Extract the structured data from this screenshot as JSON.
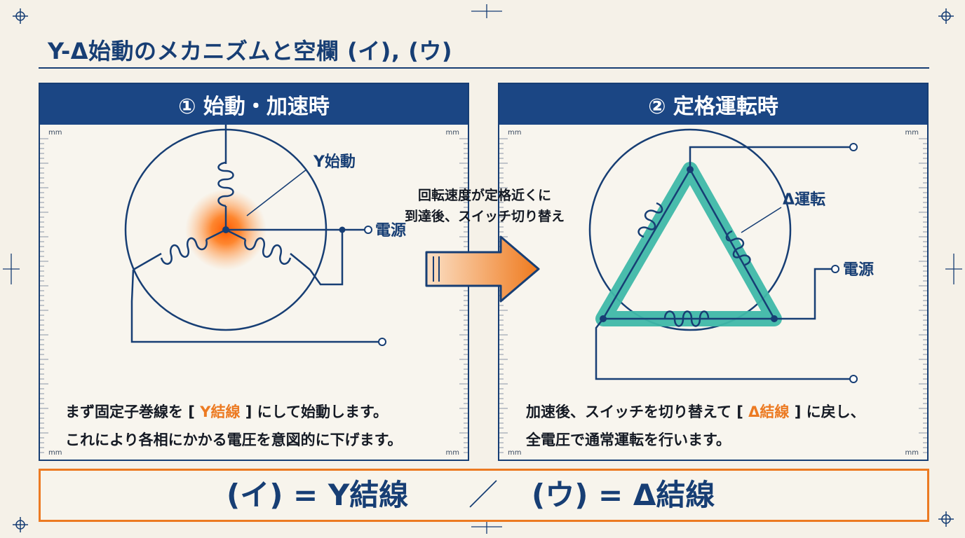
{
  "title": "Y-Δ始動のメカニズムと空欄 (イ), (ウ)",
  "left_panel": {
    "header": "① 始動・加速時",
    "label_y": "Y始動",
    "label_power": "電源",
    "desc_line1_pre": "まず固定子巻線を [ ",
    "desc_line1_hl": "Y結線",
    "desc_line1_post": " ] にして始動します。",
    "desc_line2": "これにより各相にかかる電圧を意図的に下げます。",
    "mm": "mm"
  },
  "right_panel": {
    "header": "② 定格運転時",
    "label_delta": "Δ運転",
    "label_power": "電源",
    "desc_line1_pre": "加速後、スイッチを切り替えて [ ",
    "desc_line1_hl": "Δ結線",
    "desc_line1_post": " ] に戻し、",
    "desc_line2": "全電圧で通常運転を行います。",
    "mm": "mm"
  },
  "transition": {
    "line1": "回転速度が定格近くに",
    "line2": "到達後、スイッチ切り替え"
  },
  "answer": {
    "i": "(イ) = Y結線",
    "sep": "／",
    "u": "(ウ) = Δ結線"
  },
  "colors": {
    "navy": "#173e74",
    "header_bg": "#1b4684",
    "orange": "#ec7a22",
    "teal": "#3fb8a8",
    "paper": "#f5f1e8"
  }
}
